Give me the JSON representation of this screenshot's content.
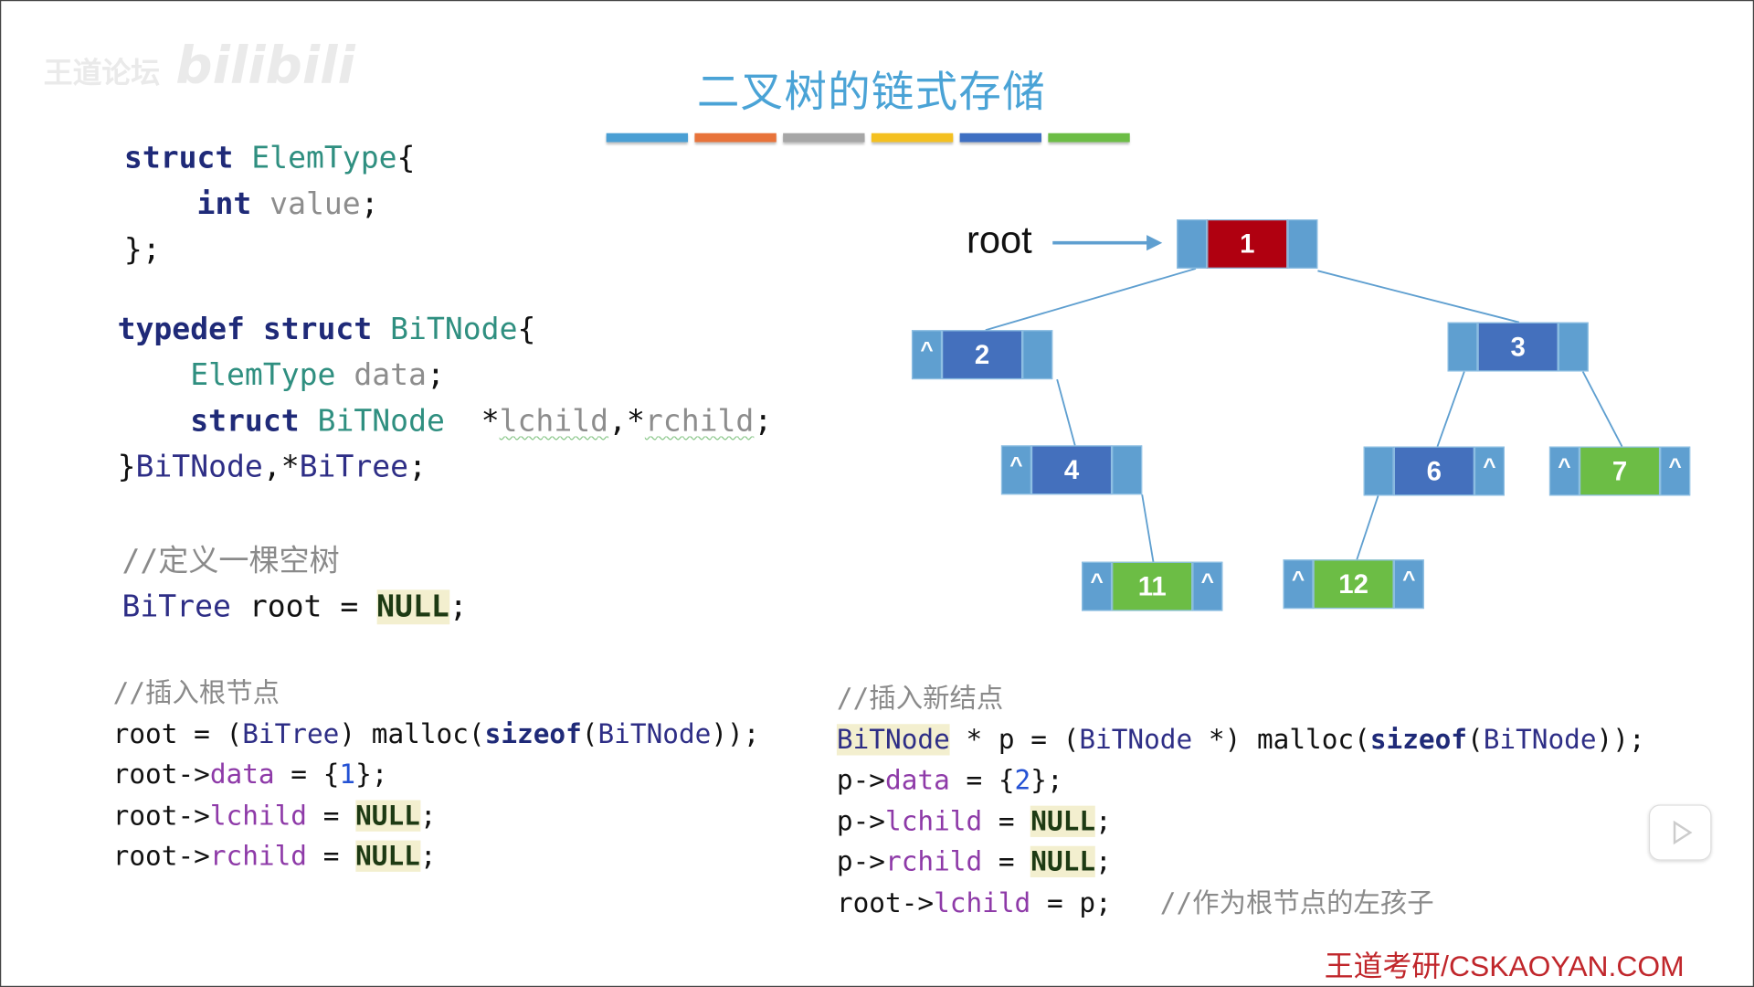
{
  "watermark": {
    "text": "王道论坛",
    "brand": "bilibili"
  },
  "title": "二叉树的链式存储",
  "color_bars": [
    "#4a9fd4",
    "#e8733a",
    "#a6a6a6",
    "#f4c020",
    "#3e6fc2",
    "#6cbd45"
  ],
  "struct_code": [
    [
      {
        "t": "struct ",
        "c": "kw"
      },
      {
        "t": "ElemType",
        "c": "ty"
      },
      {
        "t": "{",
        "c": ""
      }
    ],
    [
      {
        "t": "    ",
        "c": ""
      },
      {
        "t": "int",
        "c": "kw"
      },
      {
        "t": " value",
        "c": "fd"
      },
      {
        "t": ";",
        "c": ""
      }
    ],
    [
      {
        "t": "};",
        "c": ""
      }
    ]
  ],
  "typedef_code": [
    [
      {
        "t": "typedef ",
        "c": "kw"
      },
      {
        "t": "struct ",
        "c": "kw"
      },
      {
        "t": "BiTNode",
        "c": "ty"
      },
      {
        "t": "{",
        "c": ""
      }
    ],
    [
      {
        "t": "    ",
        "c": ""
      },
      {
        "t": "ElemType",
        "c": "ty"
      },
      {
        "t": " data",
        "c": "fd"
      },
      {
        "t": ";",
        "c": ""
      }
    ],
    [
      {
        "t": "    ",
        "c": ""
      },
      {
        "t": "struct ",
        "c": "kw"
      },
      {
        "t": "BiTNode",
        "c": "ty"
      },
      {
        "t": "  *",
        "c": ""
      },
      {
        "t": "lchild",
        "c": "squig"
      },
      {
        "t": ",*",
        "c": ""
      },
      {
        "t": "rchild",
        "c": "squig"
      },
      {
        "t": ";",
        "c": ""
      }
    ],
    [
      {
        "t": "}",
        "c": ""
      },
      {
        "t": "BiTNode",
        "c": "ty2"
      },
      {
        "t": ",*",
        "c": ""
      },
      {
        "t": "BiTree",
        "c": "ty2"
      },
      {
        "t": ";",
        "c": ""
      }
    ]
  ],
  "empty_tree_code": [
    [
      {
        "t": "//定义一棵空树",
        "c": "cm"
      }
    ],
    [
      {
        "t": "BiTree",
        "c": "ty2"
      },
      {
        "t": " root = ",
        "c": ""
      },
      {
        "t": "NULL",
        "c": "nul"
      },
      {
        "t": ";",
        "c": ""
      }
    ]
  ],
  "insert_root_code": [
    [
      {
        "t": "//插入根节点",
        "c": "cm"
      }
    ],
    [
      {
        "t": "root = (",
        "c": ""
      },
      {
        "t": "BiTree",
        "c": "ty2"
      },
      {
        "t": ") malloc(",
        "c": ""
      },
      {
        "t": "sizeof",
        "c": "kw"
      },
      {
        "t": "(",
        "c": ""
      },
      {
        "t": "BiTNode",
        "c": "ty2"
      },
      {
        "t": "));",
        "c": ""
      }
    ],
    [
      {
        "t": "root->",
        "c": ""
      },
      {
        "t": "data",
        "c": "mb"
      },
      {
        "t": " = {",
        "c": ""
      },
      {
        "t": "1",
        "c": "num"
      },
      {
        "t": "};",
        "c": ""
      }
    ],
    [
      {
        "t": "root->",
        "c": ""
      },
      {
        "t": "lchild",
        "c": "mb"
      },
      {
        "t": " = ",
        "c": ""
      },
      {
        "t": "NULL",
        "c": "nul"
      },
      {
        "t": ";",
        "c": ""
      }
    ],
    [
      {
        "t": "root->",
        "c": ""
      },
      {
        "t": "rchild",
        "c": "mb"
      },
      {
        "t": " = ",
        "c": ""
      },
      {
        "t": "NULL",
        "c": "nul"
      },
      {
        "t": ";",
        "c": ""
      }
    ]
  ],
  "insert_node_code": [
    [
      {
        "t": "//插入新结点",
        "c": "cm"
      }
    ],
    [
      {
        "t": "BiTNode",
        "c": "hl"
      },
      {
        "t": " * p = (",
        "c": ""
      },
      {
        "t": "BiTNode",
        "c": "ty2"
      },
      {
        "t": " *) malloc(",
        "c": ""
      },
      {
        "t": "sizeof",
        "c": "kw"
      },
      {
        "t": "(",
        "c": ""
      },
      {
        "t": "BiTNode",
        "c": "ty2"
      },
      {
        "t": "));",
        "c": ""
      }
    ],
    [
      {
        "t": "p->",
        "c": ""
      },
      {
        "t": "data",
        "c": "mb"
      },
      {
        "t": " = {",
        "c": ""
      },
      {
        "t": "2",
        "c": "num"
      },
      {
        "t": "};",
        "c": ""
      }
    ],
    [
      {
        "t": "p->",
        "c": ""
      },
      {
        "t": "lchild",
        "c": "mb"
      },
      {
        "t": " = ",
        "c": ""
      },
      {
        "t": "NULL",
        "c": "nul"
      },
      {
        "t": ";",
        "c": ""
      }
    ],
    [
      {
        "t": "p->",
        "c": ""
      },
      {
        "t": "rchild",
        "c": "mb"
      },
      {
        "t": " = ",
        "c": ""
      },
      {
        "t": "NULL",
        "c": "nul"
      },
      {
        "t": ";",
        "c": ""
      }
    ],
    [
      {
        "t": "root->",
        "c": ""
      },
      {
        "t": "lchild",
        "c": "mb"
      },
      {
        "t": " = p;   ",
        "c": ""
      },
      {
        "t": "//作为根节点的左孩子",
        "c": "cm"
      }
    ]
  ],
  "tree": {
    "root_label": "root",
    "colors": {
      "pointer": "#5f9fd0",
      "root": "#b00010",
      "internal": "#4470bd",
      "leaf": "#6cbd45",
      "edge": "#5f9fd0"
    },
    "nodes": [
      {
        "id": "1",
        "value": "1",
        "left": "",
        "right": "",
        "kind": "root"
      },
      {
        "id": "2",
        "value": "2",
        "left": "^",
        "right": "",
        "kind": "internal"
      },
      {
        "id": "3",
        "value": "3",
        "left": "",
        "right": "",
        "kind": "internal"
      },
      {
        "id": "4",
        "value": "4",
        "left": "^",
        "right": "",
        "kind": "internal"
      },
      {
        "id": "6",
        "value": "6",
        "left": "",
        "right": "^",
        "kind": "internal"
      },
      {
        "id": "7",
        "value": "7",
        "left": "^",
        "right": "^",
        "kind": "leaf"
      },
      {
        "id": "11",
        "value": "11",
        "left": "^",
        "right": "^",
        "kind": "leaf"
      },
      {
        "id": "12",
        "value": "12",
        "left": "^",
        "right": "^",
        "kind": "leaf"
      }
    ],
    "edges": [
      [
        "1",
        "2"
      ],
      [
        "1",
        "3"
      ],
      [
        "2",
        "4"
      ],
      [
        "3",
        "6"
      ],
      [
        "3",
        "7"
      ],
      [
        "4",
        "11"
      ],
      [
        "6",
        "12"
      ]
    ]
  },
  "footer": "王道考研/CSKAOYAN.COM"
}
